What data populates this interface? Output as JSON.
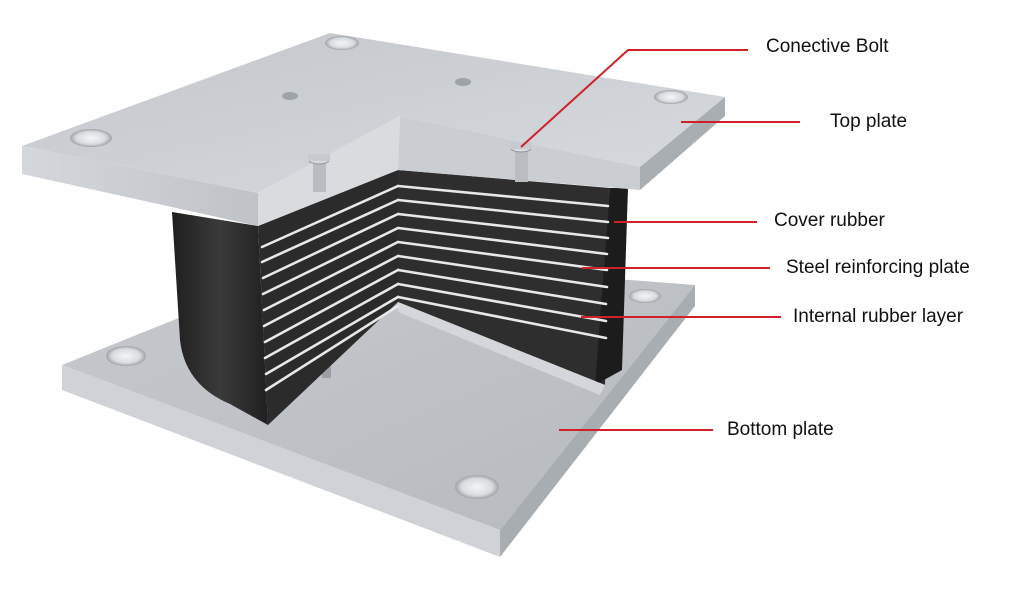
{
  "labels": {
    "bolt": "Conective Bolt",
    "top_plate": "Top plate",
    "cover_rubber": "Cover rubber",
    "steel_plate": "Steel reinforcing plate",
    "internal_rubber": "Internal rubber layer",
    "bottom_plate": "Bottom plate"
  },
  "colors": {
    "leader_line": "#d0202a",
    "plate": "#c9cdd2",
    "rubber": "#2a2a2a",
    "steel_shim": "#e4e6e8"
  }
}
